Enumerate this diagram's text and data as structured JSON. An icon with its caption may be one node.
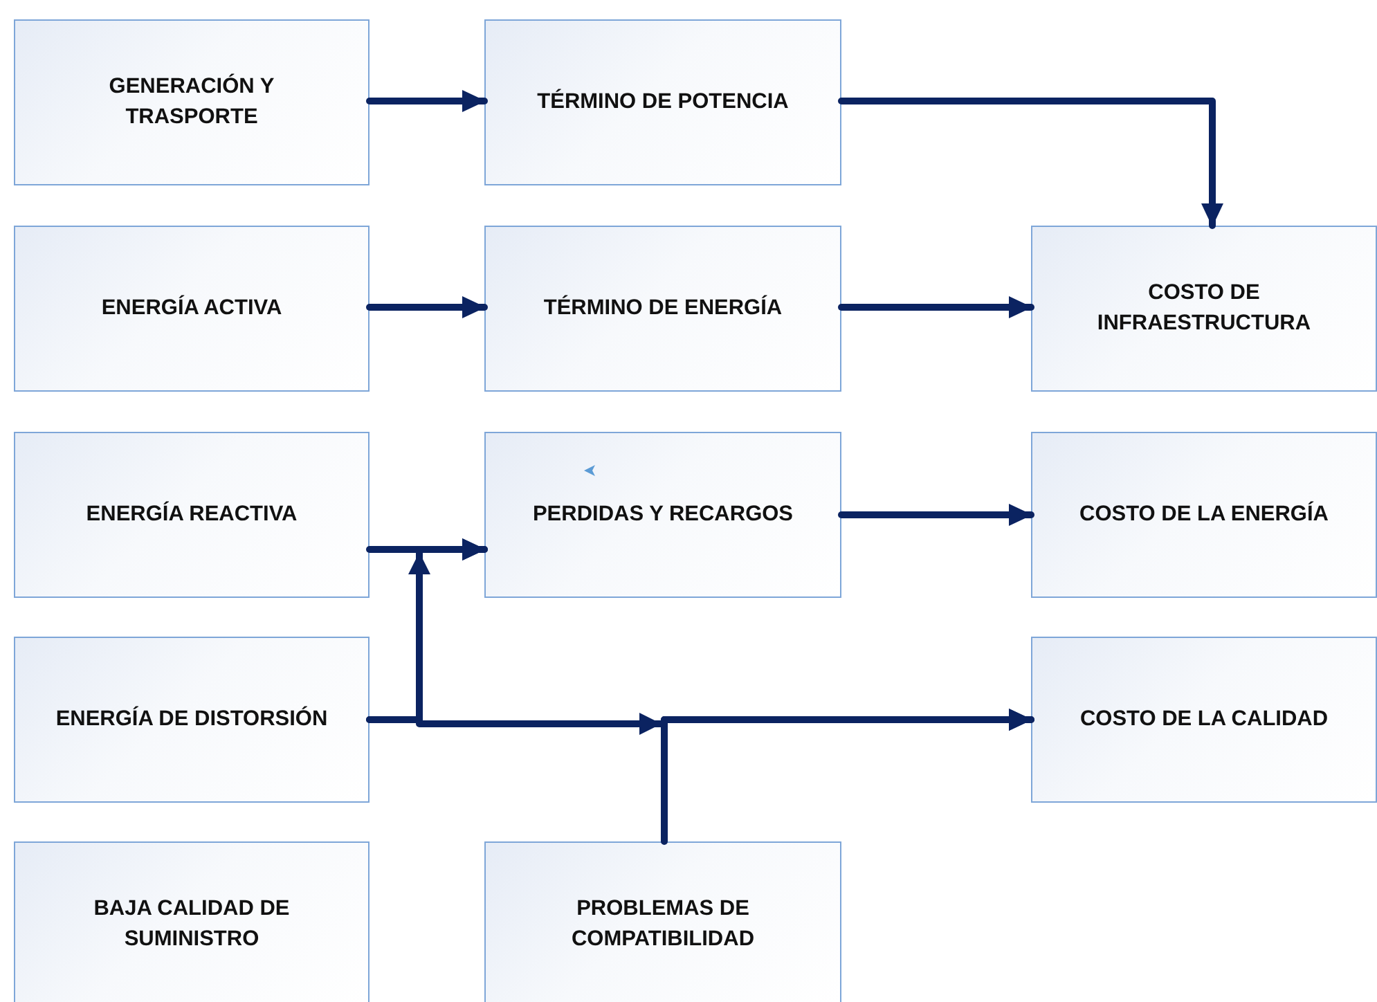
{
  "diagram": {
    "nodes": [
      {
        "text": [
          "GENERACIÓN Y TRASPORTE"
        ]
      },
      {
        "text": [
          "TÉRMINO DE POTENCIA"
        ]
      },
      {
        "text": [
          "ENERGÍA ACTIVA"
        ]
      },
      {
        "text": [
          "TÉRMINO DE ENERGÍA"
        ]
      },
      {
        "text": [
          "COSTO DE INFRAESTRUCTURA"
        ]
      },
      {
        "text": [
          "ENERGÍA REACTIVA"
        ]
      },
      {
        "text": [
          "PERDIDAS Y RECARGOS"
        ]
      },
      {
        "text": [
          "COSTO DE LA ENERGÍA"
        ]
      },
      {
        "text": [
          "ENERGÍA DE DISTORSIÓN"
        ]
      },
      {
        "text": [
          "COSTO DE LA CALIDAD"
        ]
      },
      {
        "text": [
          "BAJA CALIDAD DE SUMINISTRO"
        ]
      },
      {
        "text": [
          "PROBLEMAS DE COMPATIBILIDAD"
        ]
      }
    ],
    "edges": [
      {
        "from": 0,
        "to": 1,
        "arrow": "to"
      },
      {
        "from": 1,
        "to": 4,
        "arrow": "to"
      },
      {
        "from": 2,
        "to": 3,
        "arrow": "to"
      },
      {
        "from": 3,
        "to": 4,
        "arrow": "to"
      },
      {
        "from": 5,
        "to": 6,
        "arrow": "to"
      },
      {
        "from": 8,
        "to": 6,
        "arrow": "to"
      },
      {
        "from": 6,
        "to": 7,
        "arrow": "to"
      },
      {
        "from": 8,
        "to": 9,
        "arrow": "to"
      },
      {
        "from": 11,
        "to": 9,
        "arrow": "to"
      }
    ]
  }
}
